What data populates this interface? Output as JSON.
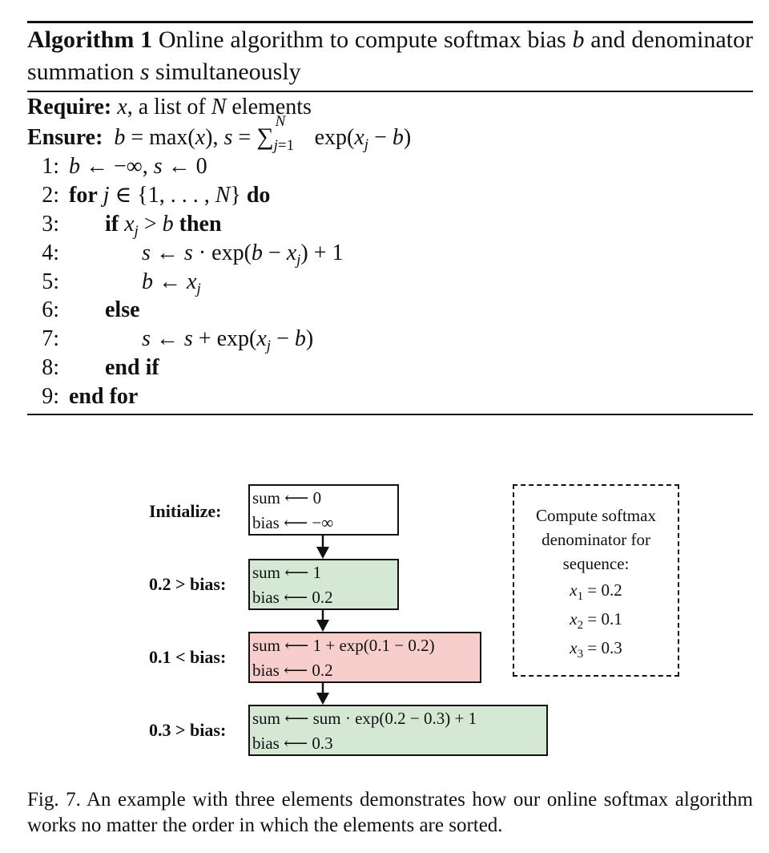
{
  "algorithm": {
    "label": "Algorithm 1",
    "title_text": "Online algorithm to compute softmax bias",
    "title_var_b": "b",
    "title_and": "and denominator summation",
    "title_var_s": "s",
    "title_end": "simultaneously",
    "require_kw": "Require:",
    "require_var": "x",
    "require_mid": ", a list of",
    "require_N": "N",
    "require_end": "elements",
    "ensure_kw": "Ensure:",
    "lines": [
      {
        "num": "1:"
      },
      {
        "num": "2:",
        "kw": "for",
        "kw2": "do"
      },
      {
        "num": "3:",
        "kw": "if",
        "kw2": "then"
      },
      {
        "num": "4:"
      },
      {
        "num": "5:"
      },
      {
        "num": "6:",
        "kw": "else"
      },
      {
        "num": "7:"
      },
      {
        "num": "8:",
        "kw": "end if"
      },
      {
        "num": "9:",
        "kw": "end for"
      }
    ]
  },
  "diagram": {
    "steps": [
      {
        "label": "Initialize:",
        "sum": "sum ⟵ 0",
        "bias": "bias ⟵ −∞",
        "color": "#ffffff"
      },
      {
        "label": "0.2 > bias:",
        "sum": "sum ⟵ 1",
        "bias": "bias ⟵ 0.2",
        "color": "#d5e8d4"
      },
      {
        "label": "0.1 < bias:",
        "sum": "sum ⟵ 1 + exp(0.1 − 0.2)",
        "bias": "bias ⟵ 0.2",
        "color": "#f8cecc"
      },
      {
        "label": "0.3 > bias:",
        "sum": "sum ⟵ sum · exp(0.2 − 0.3) + 1",
        "bias": "bias ⟵ 0.3",
        "color": "#d5e8d4"
      }
    ],
    "legend": {
      "line1": "Compute softmax",
      "line2": "denominator for",
      "line3": "sequence:",
      "items": [
        {
          "var": "x",
          "sub": "1",
          "value": "= 0.2"
        },
        {
          "var": "x",
          "sub": "2",
          "value": "= 0.1"
        },
        {
          "var": "x",
          "sub": "3",
          "value": "= 0.3"
        }
      ]
    }
  },
  "caption": "Fig. 7.  An example with three elements demonstrates how our online softmax algorithm works no matter the order in which the elements are sorted."
}
